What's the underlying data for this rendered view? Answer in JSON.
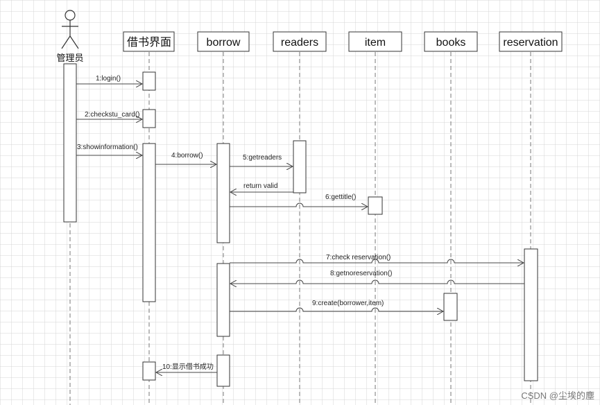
{
  "actor": {
    "name": "管理员"
  },
  "objects": [
    {
      "id": "ui",
      "name": "借书界面"
    },
    {
      "id": "borrow",
      "name": "borrow"
    },
    {
      "id": "readers",
      "name": "readers"
    },
    {
      "id": "item",
      "name": "item"
    },
    {
      "id": "books",
      "name": "books"
    },
    {
      "id": "reservation",
      "name": "reservation"
    }
  ],
  "messages": [
    {
      "from": "actor",
      "to": "ui",
      "label": "1:login()"
    },
    {
      "from": "actor",
      "to": "ui",
      "label": "2:checkstu_card()"
    },
    {
      "from": "actor",
      "to": "ui",
      "label": "3:showinformation()"
    },
    {
      "from": "ui",
      "to": "borrow",
      "label": "4:borrow()"
    },
    {
      "from": "borrow",
      "to": "readers",
      "label": "5:getreaders"
    },
    {
      "from": "readers",
      "to": "borrow",
      "label": "return valid"
    },
    {
      "from": "borrow",
      "to": "item",
      "label": "6:gettitle()"
    },
    {
      "from": "borrow",
      "to": "reservation",
      "label": "7:check  reservation()"
    },
    {
      "from": "reservation",
      "to": "borrow",
      "label": "8:getnoreservation()"
    },
    {
      "from": "borrow",
      "to": "books",
      "label": "9:create(borrower,item)"
    },
    {
      "from": "borrow",
      "to": "ui",
      "label": "10:显示借书成功"
    }
  ],
  "watermark": "CSDN @尘埃的塵"
}
